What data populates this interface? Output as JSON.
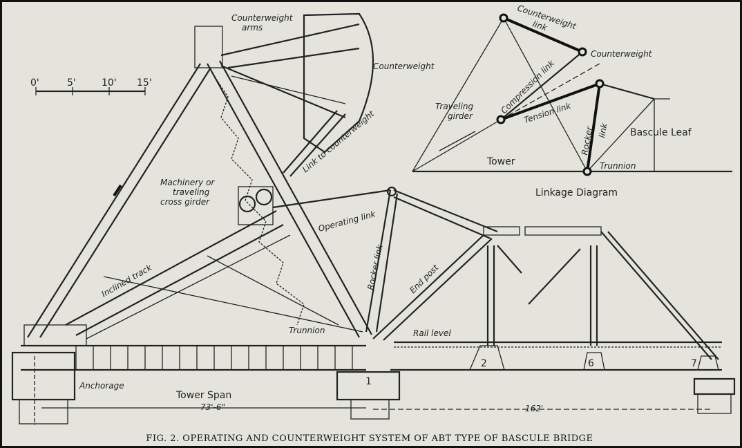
{
  "figure": {
    "caption": "FIG. 2.  OPERATING AND COUNTERWEIGHT SYSTEM OF ABT TYPE OF BASCULE BRIDGE",
    "scale": {
      "ticks": [
        "0'",
        "5'",
        "10'",
        "15'"
      ]
    },
    "main_labels": {
      "counterweight_arms": "Counterweight",
      "counterweight_arms_2": "arms",
      "counterweight": "Counterweight",
      "link_to_counterweight": "Link to counterweight",
      "machinery_1": "Machinery or",
      "machinery_2": "traveling",
      "machinery_3": "cross girder",
      "operating_link": "Operating link",
      "inclined_track": "Inclined track",
      "rocker_link": "Rocker link",
      "end_post": "End post",
      "trunnion": "Trunnion",
      "rail_level": "Rail level",
      "anchorage": "Anchorage",
      "tower_span": "Tower Span",
      "tower_span_length": "73'-6\"",
      "span_length": "162'",
      "pier_1": "1",
      "panel_2": "2",
      "panel_6": "6",
      "panel_7": "7"
    },
    "linkage": {
      "title": "Linkage Diagram",
      "counterweight_link_1": "Counterweight",
      "counterweight_link_2": "link",
      "counterweight": "Counterweight",
      "compression_link": "Compression link",
      "traveling_girder_1": "Traveling",
      "traveling_girder_2": "girder",
      "tension_link": "Tension link",
      "rocker_link_1": "Rocker",
      "rocker_link_2": "link",
      "bascule_leaf": "Bascule Leaf",
      "tower": "Tower",
      "trunnion": "Trunnion"
    }
  }
}
